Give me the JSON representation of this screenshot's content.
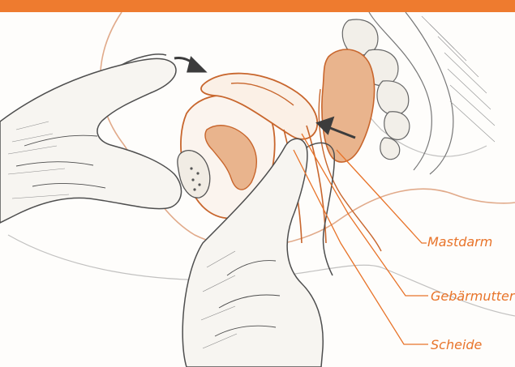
{
  "colors": {
    "accent_bar": "#ee7b2f",
    "label_text": "#e8742a",
    "anatomy_line": "#c8662d",
    "anatomy_fill": "#e9b48d",
    "sketch_line": "#5a5a5a",
    "arrow": "#3c3c3c"
  },
  "labels": {
    "mastdarm": "Mastdarm",
    "gebaermutter": "Gebärmutter",
    "scheide": "Scheide"
  }
}
